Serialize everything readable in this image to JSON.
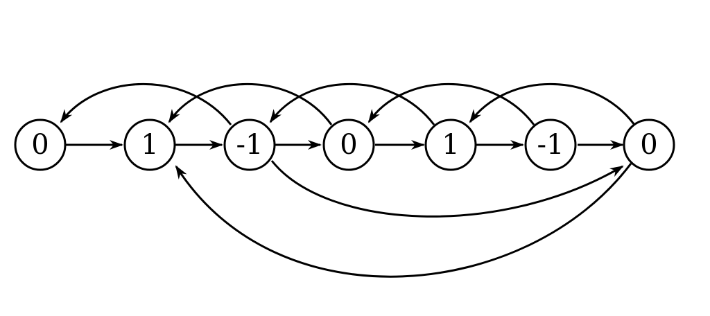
{
  "nodes": [
    {
      "id": "n0",
      "label": "0"
    },
    {
      "id": "n1",
      "label": "1"
    },
    {
      "id": "n2",
      "label": "-1"
    },
    {
      "id": "n3",
      "label": "0"
    },
    {
      "id": "n4",
      "label": "1"
    },
    {
      "id": "n5",
      "label": "-1"
    },
    {
      "id": "n6",
      "label": "0"
    }
  ],
  "edges": [
    {
      "id": "e0-1",
      "from": "n0",
      "to": "n1"
    },
    {
      "id": "e1-2",
      "from": "n1",
      "to": "n2"
    },
    {
      "id": "e2-3",
      "from": "n2",
      "to": "n3"
    },
    {
      "id": "e3-4",
      "from": "n3",
      "to": "n4"
    },
    {
      "id": "e4-5",
      "from": "n4",
      "to": "n5"
    },
    {
      "id": "e5-6",
      "from": "n5",
      "to": "n6"
    },
    {
      "id": "e2-0",
      "from": "n2",
      "to": "n0"
    },
    {
      "id": "e3-1",
      "from": "n3",
      "to": "n1"
    },
    {
      "id": "e4-2",
      "from": "n4",
      "to": "n2"
    },
    {
      "id": "e5-3",
      "from": "n5",
      "to": "n3"
    },
    {
      "id": "e6-4",
      "from": "n6",
      "to": "n4"
    },
    {
      "id": "e2-6",
      "from": "n2",
      "to": "n6"
    },
    {
      "id": "e6-1",
      "from": "n6",
      "to": "n1"
    }
  ],
  "colors": {
    "stroke": "#000000",
    "fill": "#ffffff",
    "background": "#ffffff"
  }
}
